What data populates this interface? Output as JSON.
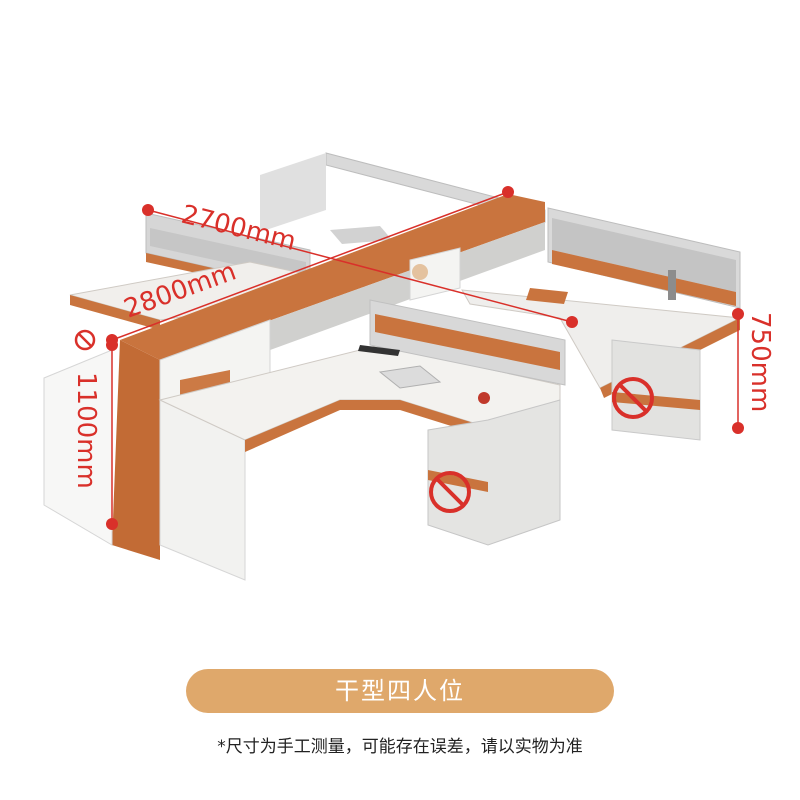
{
  "dimensions": {
    "width": "2700mm",
    "depth": "2800mm",
    "height_total": "1100mm",
    "height_desk": "750mm"
  },
  "product_label": "干型四人位",
  "disclaimer": "*尺寸为手工测量，可能存在误差，请以实物为准",
  "colors": {
    "accent": "#c9743e",
    "dimension_red": "#d9302a",
    "pill": "#dfa86b"
  }
}
